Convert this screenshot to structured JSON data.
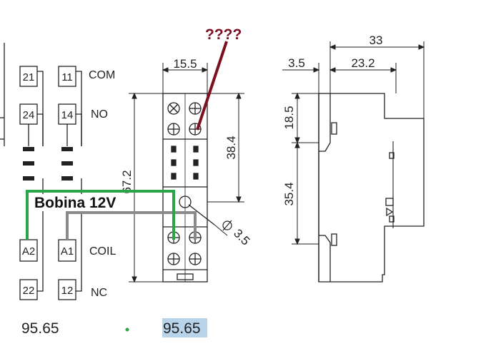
{
  "schematic": {
    "terminals": {
      "t21": "21",
      "t11": "11",
      "t24": "24",
      "t14": "14",
      "tA2": "A2",
      "tA1": "A1",
      "t22": "22",
      "t12": "12"
    },
    "labels": {
      "com": "COM",
      "no": "NO",
      "coil": "COIL",
      "nc": "NC"
    }
  },
  "annotation": {
    "question": "????",
    "coil_note": "Bobina 12V"
  },
  "dimensions": {
    "top_width": "15.5",
    "height_upper": "38.4",
    "total_height": "67.2",
    "hole_dia": "3.5",
    "side_total": "33",
    "side_left": "3.5",
    "side_mid": "23.2",
    "side_upper": "18.5",
    "side_lower": "35.4"
  },
  "captions": {
    "left": "95.65",
    "right": "95.65"
  },
  "colors": {
    "green_wire": "#2aa54a",
    "gray_wire": "#8a8a8a",
    "red_line": "#7a1020",
    "highlight": "#b8d4ea"
  }
}
